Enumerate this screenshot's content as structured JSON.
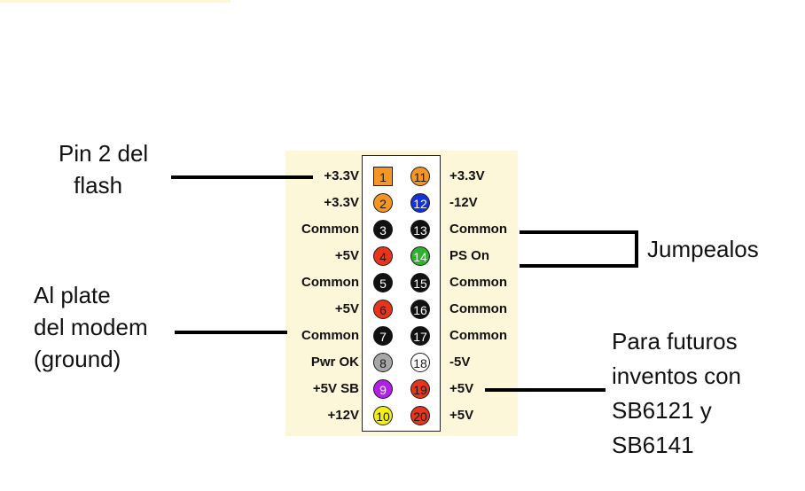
{
  "left_pins": [
    {
      "num": "1",
      "label": "+3.3V",
      "color": "#f59522",
      "fg": "#1a1a1a",
      "shape": "square"
    },
    {
      "num": "2",
      "label": "+3.3V",
      "color": "#f59522",
      "fg": "#1a1a1a",
      "shape": "circle"
    },
    {
      "num": "3",
      "label": "Common",
      "color": "#111111",
      "fg": "#ffffff",
      "shape": "circle"
    },
    {
      "num": "4",
      "label": "+5V",
      "color": "#e8341c",
      "fg": "#1a1a1a",
      "shape": "circle"
    },
    {
      "num": "5",
      "label": "Common",
      "color": "#111111",
      "fg": "#ffffff",
      "shape": "circle"
    },
    {
      "num": "6",
      "label": "+5V",
      "color": "#e8341c",
      "fg": "#1a1a1a",
      "shape": "circle"
    },
    {
      "num": "7",
      "label": "Common",
      "color": "#111111",
      "fg": "#ffffff",
      "shape": "circle"
    },
    {
      "num": "8",
      "label": "Pwr OK",
      "color": "#a7a7a7",
      "fg": "#1a1a1a",
      "shape": "circle"
    },
    {
      "num": "9",
      "label": "+5V SB",
      "color": "#b41ee8",
      "fg": "#ffffff",
      "shape": "circle"
    },
    {
      "num": "10",
      "label": "+12V",
      "color": "#f5ee12",
      "fg": "#1a1a1a",
      "shape": "circle"
    }
  ],
  "right_pins": [
    {
      "num": "11",
      "label": "+3.3V",
      "color": "#f59522",
      "fg": "#1a1a1a"
    },
    {
      "num": "12",
      "label": "-12V",
      "color": "#1432d8",
      "fg": "#ffffff"
    },
    {
      "num": "13",
      "label": "Common",
      "color": "#111111",
      "fg": "#ffffff"
    },
    {
      "num": "14",
      "label": "PS On",
      "color": "#2fb12f",
      "fg": "#ffffff"
    },
    {
      "num": "15",
      "label": "Common",
      "color": "#111111",
      "fg": "#ffffff"
    },
    {
      "num": "16",
      "label": "Common",
      "color": "#111111",
      "fg": "#ffffff"
    },
    {
      "num": "17",
      "label": "Common",
      "color": "#111111",
      "fg": "#ffffff"
    },
    {
      "num": "18",
      "label": "-5V",
      "color": "#ffffff",
      "fg": "#1a1a1a"
    },
    {
      "num": "19",
      "label": "+5V",
      "color": "#e8341c",
      "fg": "#1a1a1a"
    },
    {
      "num": "20",
      "label": "+5V",
      "color": "#e8341c",
      "fg": "#1a1a1a"
    }
  ],
  "annotations": {
    "pin2_flash": [
      "Pin 2 del",
      "flash"
    ],
    "ground": [
      "Al plate",
      "del modem",
      "(ground)"
    ],
    "jumpers": [
      "Jumpealos"
    ],
    "future": [
      "Para futuros",
      "inventos con",
      "SB6121 y",
      "SB6141"
    ]
  }
}
